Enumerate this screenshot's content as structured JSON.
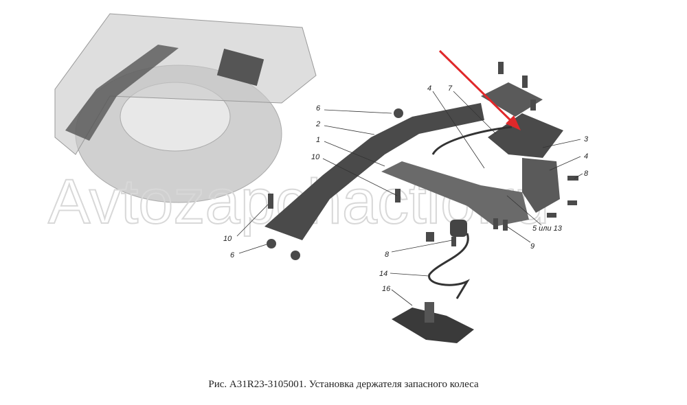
{
  "caption": "Рис. А31R23-3105001. Установка держателя запасного колеса",
  "watermark": "Avtozapchactio.ru",
  "callouts": {
    "c6a": "6",
    "c2": "2",
    "c1": "1",
    "c10a": "10",
    "c4a": "4",
    "c7": "7",
    "c3": "3",
    "c4b": "4",
    "c8a": "8",
    "c10b": "10",
    "c6b": "6",
    "c5or13": "5 или 13",
    "c9": "9",
    "c8b": "8",
    "c14": "14",
    "c16": "16"
  },
  "colors": {
    "arrow": "#e0282a",
    "part": "#4a4a4a",
    "ghost": "#bdbdbd"
  }
}
